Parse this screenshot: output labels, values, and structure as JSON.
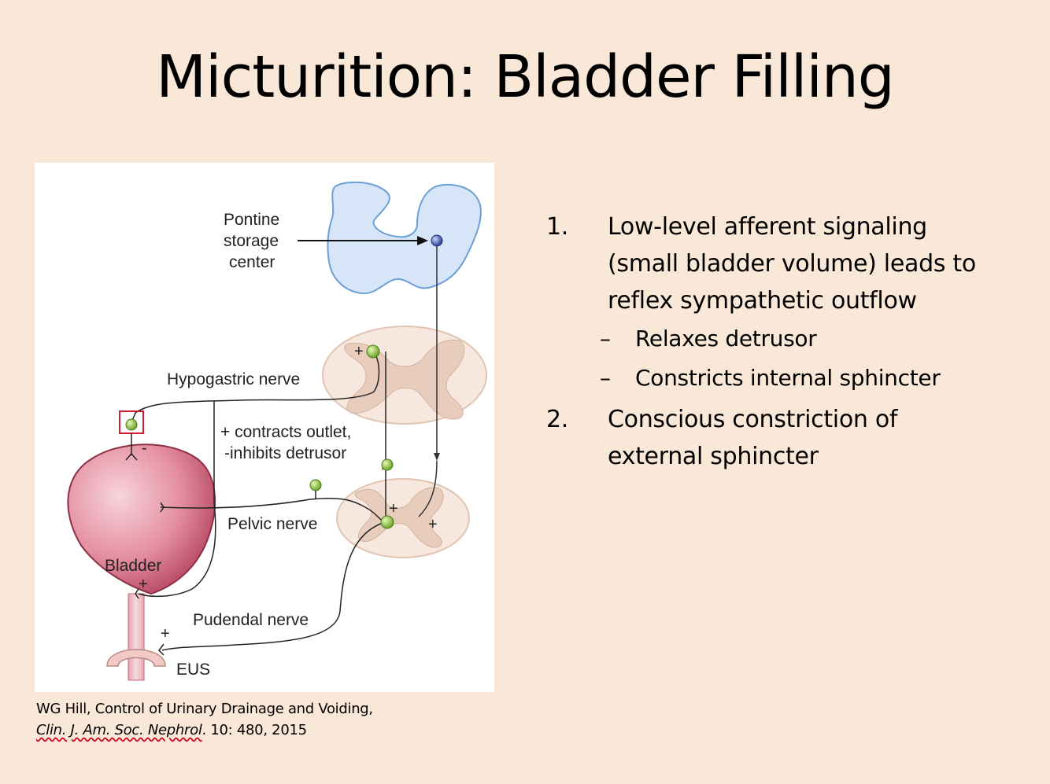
{
  "slide": {
    "title": "Micturition: Bladder Filling"
  },
  "figure": {
    "labels": {
      "pontine": [
        "Pontine",
        "storage",
        "center"
      ],
      "hypogastric": "Hypogastric nerve",
      "contracts": "+ contracts outlet,",
      "inhibits": "-inhibits detrusor",
      "pelvic": "Pelvic nerve",
      "bladder": "Bladder",
      "pudendal": "Pudendal nerve",
      "eus": "EUS",
      "plus": "+",
      "minus": "-"
    },
    "colors": {
      "brain": "#cfe2f7",
      "brain_outline": "#6b9fd6",
      "cord": "#f4e4da",
      "cord_gray": "#e6cdbb",
      "bladder": "#d9738a",
      "neuron": "#9acd4a",
      "pontine_neuron": "#4a5fb5",
      "highlight_box": "#d0021b"
    }
  },
  "citation": {
    "line1": "WG Hill, Control of Urinary Drainage and Voiding,",
    "journal": "Clin. J. Am. Soc. Nephrol",
    "journal_suffix": ". 10: 480, 2015"
  },
  "points": [
    {
      "number": "1.",
      "lines": [
        "Low-level afferent signaling",
        "(small bladder volume) leads to",
        "reflex sympathetic outflow"
      ],
      "subpoints": [
        {
          "dash": "–",
          "text": "Relaxes detrusor"
        },
        {
          "dash": "–",
          "text": "Constricts internal sphincter"
        }
      ]
    },
    {
      "number": "2.",
      "lines": [
        "Conscious constriction of",
        "external sphincter"
      ],
      "subpoints": []
    }
  ]
}
